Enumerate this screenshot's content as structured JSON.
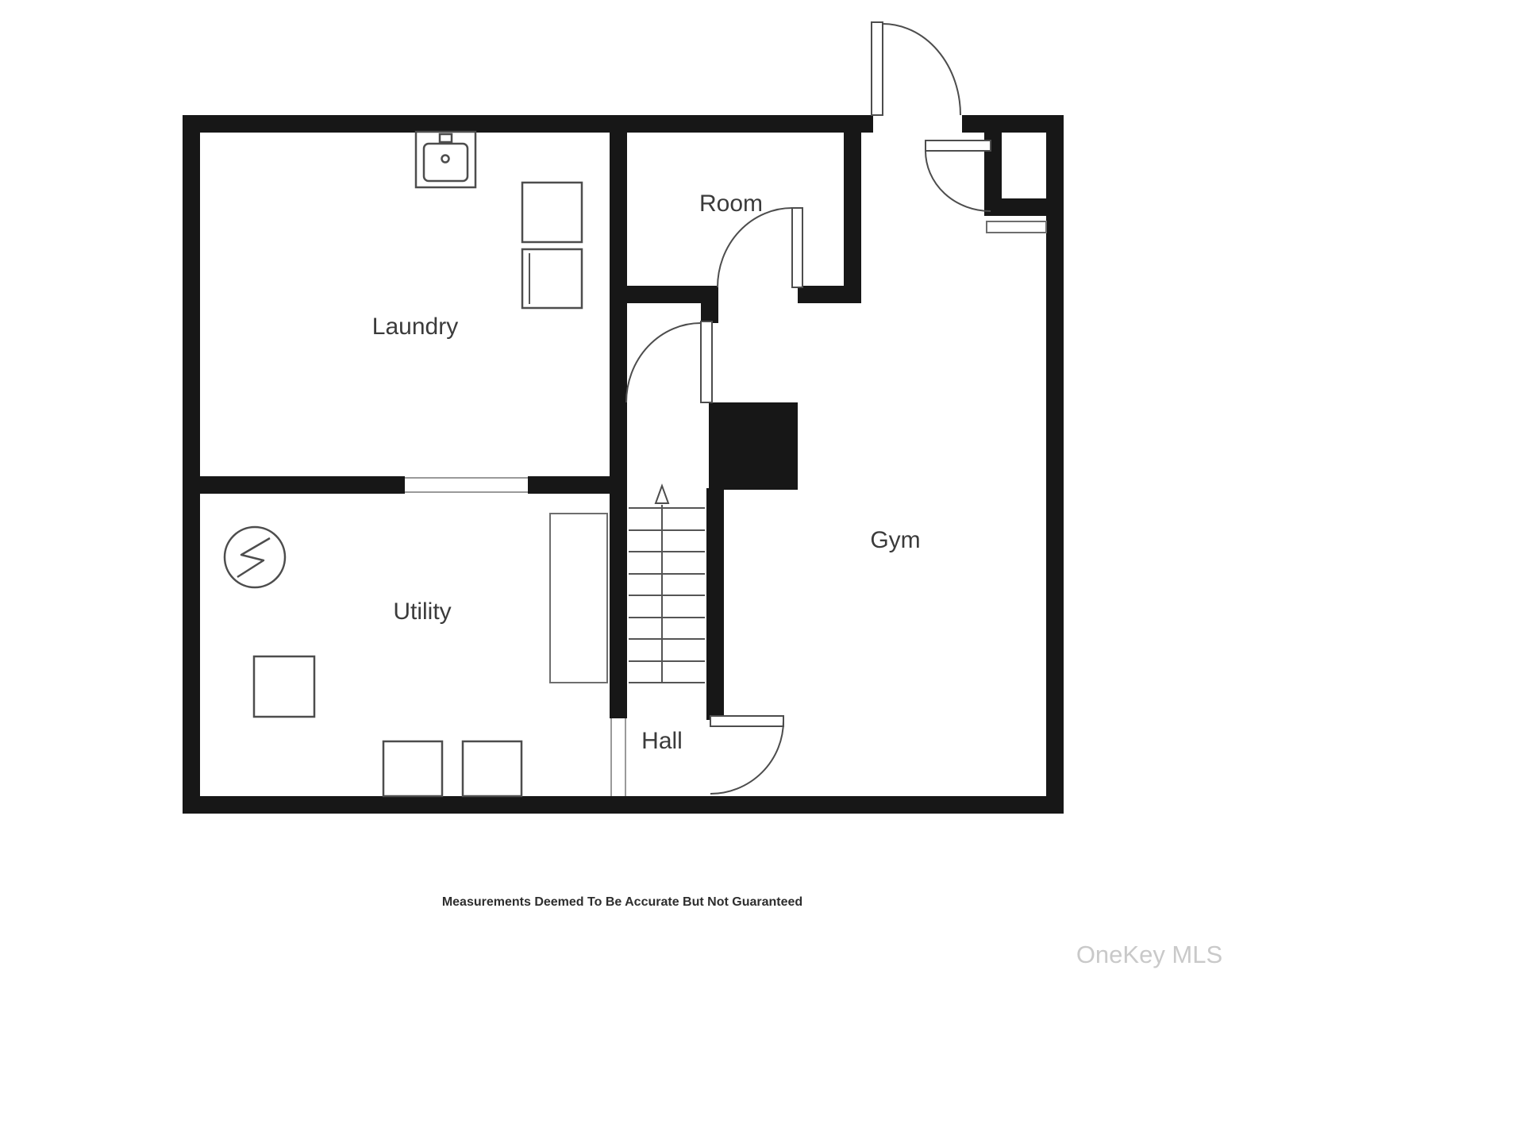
{
  "colors": {
    "wall": "#171717",
    "line": "#4d4d4d",
    "text": "#3b3b3b",
    "muted": "#c9c9c9",
    "bg": "#ffffff"
  },
  "rooms": {
    "laundry": "Laundry",
    "room": "Room",
    "gym": "Gym",
    "utility": "Utility",
    "hall": "Hall"
  },
  "footer": {
    "disclaimer": "Measurements Deemed To Be Accurate But Not Guaranteed",
    "watermark": "OneKey MLS"
  }
}
